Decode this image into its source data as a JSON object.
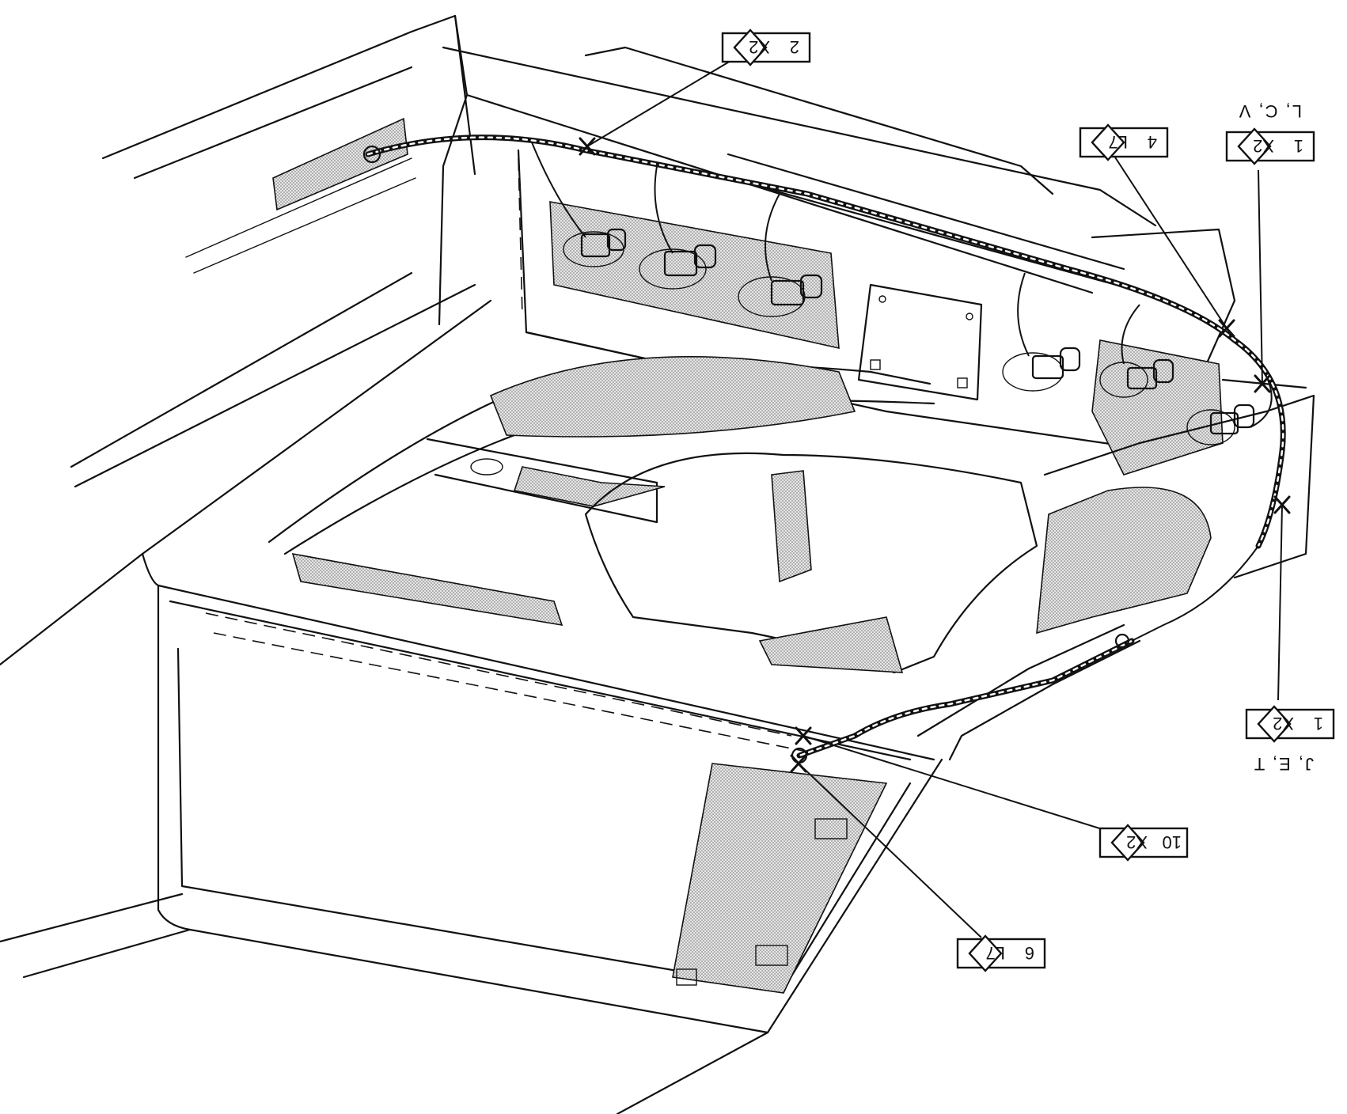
{
  "callouts": [
    {
      "id": "a",
      "number": "2",
      "code": "X2"
    },
    {
      "id": "b",
      "number": "4",
      "code": "L7"
    },
    {
      "id": "c",
      "number": "1",
      "code": "X2"
    },
    {
      "id": "d",
      "number": "1",
      "code": "X2"
    },
    {
      "id": "e",
      "number": "10",
      "code": "X2"
    },
    {
      "id": "f",
      "number": "6",
      "code": "L7"
    }
  ],
  "notes": {
    "upper_right": "L, C, V",
    "right": "J, E, T"
  },
  "orientation": "rotated 180 degrees"
}
